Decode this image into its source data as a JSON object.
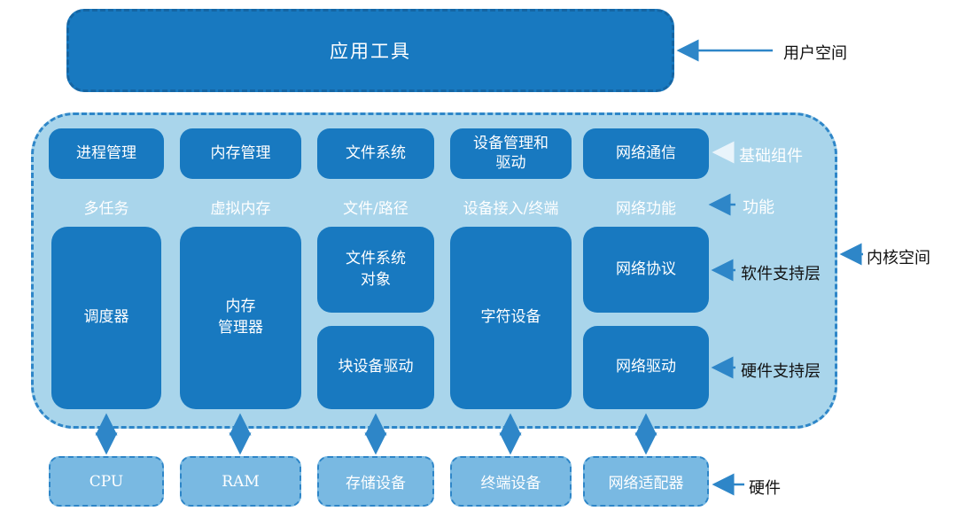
{
  "colors": {
    "box_blue": "#1879c0",
    "container_blue": "#a9d5eb",
    "hardware_blue": "#79b9e2",
    "border_blue": "#2e86c8",
    "app_border": "#1565a3"
  },
  "user_space": {
    "app_tools": "应用工具",
    "label": "用户空间"
  },
  "kernel": {
    "label": "内核空间",
    "components": [
      "进程管理",
      "内存管理",
      "文件系统",
      "设备管理和\n驱动",
      "网络通信"
    ],
    "components_label": "基础组件",
    "functions": [
      "多任务",
      "虚拟内存",
      "文件/路径",
      "设备接入/终端",
      "网络功能"
    ],
    "functions_label": "功能",
    "software_layer_label": "软件支持层",
    "hardware_layer_label": "硬件支持层",
    "scheduler": "调度器",
    "memory_manager": "内存\n管理器",
    "fs_objects": "文件系统\n对象",
    "block_drivers": "块设备驱动",
    "char_devices": "字符设备",
    "net_protocols": "网络协议",
    "net_drivers": "网络驱动"
  },
  "hardware": {
    "label": "硬件",
    "items": [
      "CPU",
      "RAM",
      "存储设备",
      "终端设备",
      "网络适配器"
    ]
  }
}
